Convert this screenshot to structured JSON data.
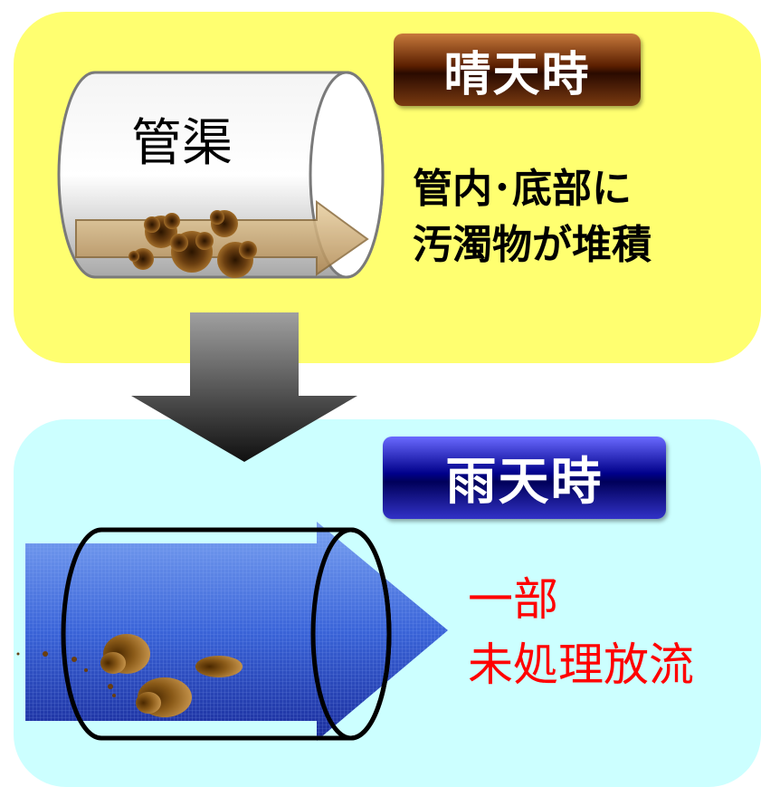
{
  "dry_weather": {
    "badge": "晴天時",
    "pipe_label": "管渠",
    "description_lines": [
      "管内･底部に",
      "汚濁物が堆積"
    ],
    "badge_color": "#5a1e00",
    "panel_color": "#ffff70"
  },
  "wet_weather": {
    "badge": "雨天時",
    "result_lines": [
      "一部",
      "未処理放流"
    ],
    "badge_color": "#00008a",
    "panel_color": "#ccffff",
    "result_color": "#ff0000"
  },
  "icons": {
    "transition": "down-arrow-icon",
    "pipe_dry": "pipe-cylinder-icon",
    "pipe_wet": "pipe-outline-icon",
    "flow": "flow-arrow-icon",
    "sediment": "sediment-icon"
  }
}
